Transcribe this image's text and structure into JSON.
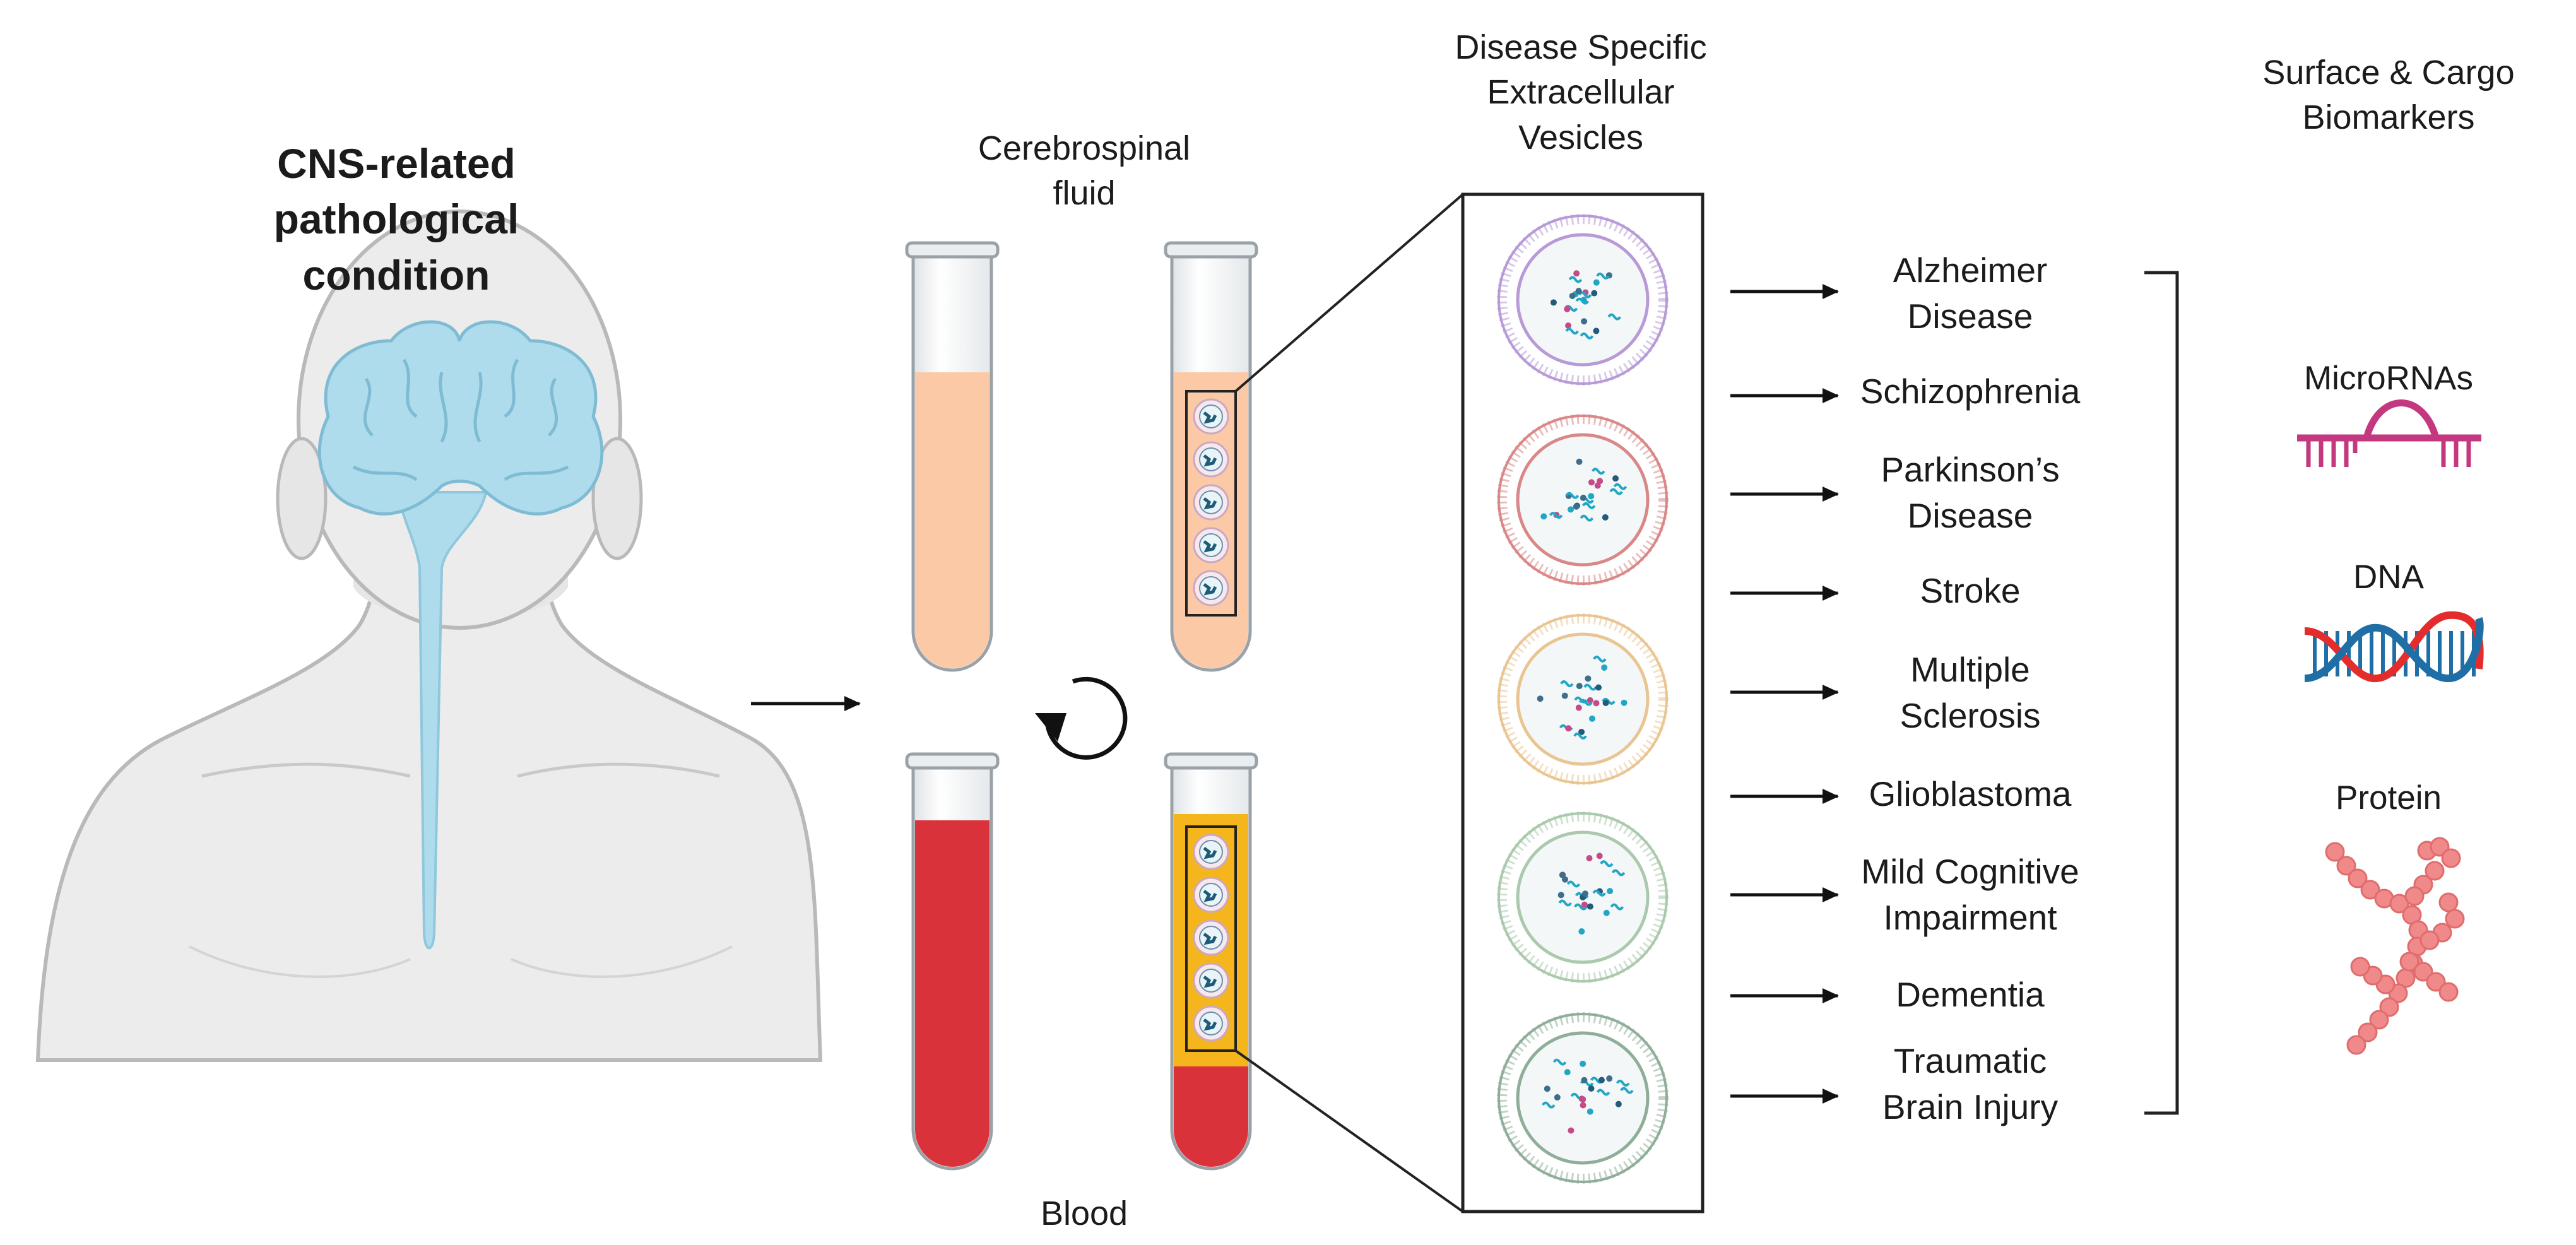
{
  "title": {
    "line1": "CNS-related",
    "line2": "pathological",
    "line3": "condition"
  },
  "fluids": {
    "csf_line1": "Cerebrospinal",
    "csf_line2": "fluid",
    "blood": "Blood"
  },
  "vesicles_heading": {
    "line1": "Disease Specific",
    "line2": "Extracellular",
    "line3": "Vesicles"
  },
  "diseases": [
    {
      "line1": "Alzheimer",
      "line2": "Disease"
    },
    {
      "line1": "Schizophrenia",
      "line2": ""
    },
    {
      "line1": "Parkinson’s",
      "line2": "Disease"
    },
    {
      "line1": "Stroke",
      "line2": ""
    },
    {
      "line1": "Multiple",
      "line2": "Sclerosis"
    },
    {
      "line1": "Glioblastoma",
      "line2": ""
    },
    {
      "line1": "Mild Cognitive",
      "line2": "Impairment"
    },
    {
      "line1": "Dementia",
      "line2": ""
    },
    {
      "line1": "Traumatic",
      "line2": "Brain Injury"
    }
  ],
  "biomarkers_heading": {
    "line1": "Surface & Cargo",
    "line2": "Biomarkers"
  },
  "biomarkers": [
    {
      "label": "MicroRNAs",
      "icon": "microrna-icon"
    },
    {
      "label": "DNA",
      "icon": "dna-double-helix-icon"
    },
    {
      "label": "Protein",
      "icon": "protein-chain-icon"
    }
  ],
  "vesicle_colors": [
    "#b79ad6",
    "#d98787",
    "#e9c592",
    "#aac9ad",
    "#8fae9a"
  ],
  "colors": {
    "brain": "#aedcec",
    "body": "#ececec",
    "csf": "#fcc9a6",
    "blood": "#d9323a",
    "serum": "#f5b51c",
    "microrna": "#c4387f",
    "dna_red": "#e42c2c",
    "dna_blue": "#1f6ea6",
    "protein": "#f08a8a"
  }
}
